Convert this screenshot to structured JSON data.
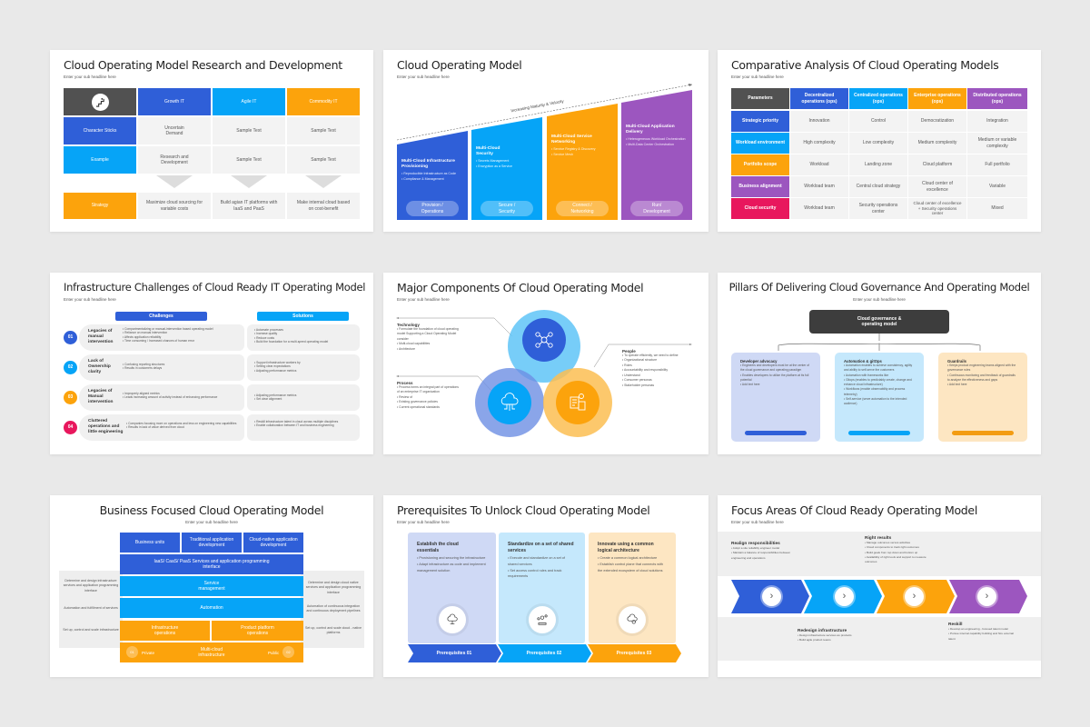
{
  "colors": {
    "blue": "#2f5fd8",
    "sky": "#06a4f7",
    "orange": "#fca30c",
    "purple": "#9c56bf",
    "pink": "#e8175d",
    "dark": "#515151",
    "background": "#e9e9e9"
  },
  "subheadline": "Enter your sub headline here",
  "slide1": {
    "title": "Cloud Operating Model Research and Development",
    "icon": "stairs-climber-icon",
    "headers": [
      "Growth IT",
      "Agile IT",
      "Commodity IT"
    ],
    "rows": [
      {
        "label": "Character Sticks",
        "cells": [
          "Uncertain Demand",
          "Sample Text",
          "Sample Text"
        ]
      },
      {
        "label": "Example",
        "cells": [
          "Research and Development",
          "Sample Text",
          "Sample Text"
        ]
      }
    ],
    "strategy": {
      "label": "Strategy",
      "cells": [
        "Maximize cloud sourcing for variable costs",
        "Build agian IT platforms with IaaS and PaaS",
        "Make internal cloud based on cost-benefit"
      ]
    }
  },
  "slide2": {
    "title": "Cloud Operating Model",
    "arrow_label": "Increasing Maturity & Velocity",
    "columns": [
      {
        "heading": "Multi-Cloud Infrastructure Provisioning",
        "bullets": [
          "Reproducible Infrastructure as Code",
          "Compliance & Management"
        ],
        "pill": "Provision / Operations"
      },
      {
        "heading": "Multi-Cloud Security",
        "bullets": [
          "Secrets Management",
          "Encryption as a Service"
        ],
        "pill": "Secure / Security"
      },
      {
        "heading": "Multi-Cloud Service Networking",
        "bullets": [
          "Service Registry & Discovery",
          "Service Mesh"
        ],
        "pill": "Connect / Networking"
      },
      {
        "heading": "Multi-Cloud Application Delivery",
        "bullets": [
          "Heterogeneous Workload Orchestration",
          "Multi-Data Center Orchestration"
        ],
        "pill": "Run/ Development"
      }
    ]
  },
  "slide3": {
    "title": "Comparative Analysis Of Cloud Operating Models",
    "headers": [
      "Parameters",
      "Decentralized operations (ops)",
      "Centralized operations (ops)",
      "Enterprise operations (ops)",
      "Distributed operations (ops)"
    ],
    "rows": [
      {
        "label": "Strategic priority",
        "cells": [
          "Innovation",
          "Control",
          "Democratization",
          "Integration"
        ]
      },
      {
        "label": "Workload environment",
        "cells": [
          "High complexity",
          "Low complexity",
          "Medium complexity",
          "Medium or variable complexity"
        ]
      },
      {
        "label": "Portfolio scope",
        "cells": [
          "Workload",
          "Landing zone",
          "Cloud platform",
          "Full portfolio"
        ]
      },
      {
        "label": "Business alignment",
        "cells": [
          "Workload team",
          "Central cloud strategy",
          "Cloud center of excellence",
          "Variable"
        ]
      },
      {
        "label": "Cloud security",
        "cells": [
          "Workload team",
          "Security operations center",
          "Cloud center of excellence + Security operations center",
          "Mixed"
        ]
      }
    ]
  },
  "slide4": {
    "title": "Infrastructure Challenges of Cloud Ready IT Operating Model",
    "challenges_label": "Challenges",
    "solutions_label": "Solutions",
    "rows": [
      {
        "num": "01",
        "label": "Legacies of manual intervention",
        "challenges": [
          "Compartmentalizing or manual-intervention based operating model",
          "Reliance on manual intervention",
          "Affects application reliability",
          "Time consuming / Increased chances of human error"
        ],
        "solutions": [
          "Automate processes",
          "Increase quality",
          "Reduce costs",
          "Build the foundation for a multi-speed operating model"
        ]
      },
      {
        "num": "02",
        "label": "Lack of Ownership clarity",
        "challenges": [
          "Confusing reporting structures",
          "Results in customers delays"
        ],
        "solutions": [
          "Support infrastructure workers by",
          "Setting clear expectations",
          "Adjusting performance metrics"
        ]
      },
      {
        "num": "03",
        "label": "Legacies of Manual intervention",
        "challenges": [
          "Improperly aligned metrics",
          "Leads increasing amount of activity instead of enhancing performance"
        ],
        "solutions": [
          "Adjusting performance metrics",
          "Set clear alignment"
        ]
      },
      {
        "num": "04",
        "label": "Cluttered operations and little engineering",
        "challenges": [
          "Companies focusing more on operations and less on engineering new capabilities",
          "Results in lack of value derived from cloud"
        ],
        "solutions": [
          "Reskill infrastructure talent in cloud across multiple disciplines",
          "Enable collaboration between IT and business engineering"
        ]
      }
    ]
  },
  "slide5": {
    "title": "Major Components Of Cloud Operating Model",
    "technology": {
      "heading": "Technology",
      "bullets": [
        "Formulate the foundation of cloud operating model Supporting a Cloud Operating Model consider",
        "Multi-cloud capabilities",
        "Architecture"
      ]
    },
    "process": {
      "heading": "Process",
      "bullets": [
        "Process forms an integral part of operations of an enterprise IT organization",
        "Review of",
        "Existing governance policies",
        "Current operational standards"
      ]
    },
    "people": {
      "heading": "People",
      "bullets": [
        "To operate efficiently, we need to define",
        "Organizational structure",
        "Roles",
        "Accountability and responsibility",
        "Understand",
        "Consumer personas",
        "Stakeholder personas"
      ]
    },
    "icons": [
      "people-network-icon",
      "cloud-circuit-icon",
      "document-gear-icon"
    ]
  },
  "slide6": {
    "title": "Pillars Of Delivering Cloud Governance And Operating Model",
    "root": "Cloud governance & operating model",
    "pillars": [
      {
        "heading": "Developer advocacy",
        "bullets": [
          "Engineers and developers must be at the center of the cloud governance and operating paradigm",
          "Enables developers to utilize the platform at its full potential",
          "Add text here"
        ]
      },
      {
        "heading": "Automation & gitOps",
        "bullets": [
          "Automation enables to achieve consistency, agility and ability to self-serve the customers",
          "Automation with frameworks like",
          "Gitops (enables to predictably create, change and enhance cloud infrastructure)",
          "Workflows (enable observability and process telemetry)",
          "Self-service (serve automation to the intended audience)"
        ]
      },
      {
        "heading": "Guardrails",
        "bullets": [
          "Keeps product engineering teams aligned with the governance rules",
          "Continuous monitoring and feedback of guardrails to analyze the effectiveness and gaps",
          "Add text here"
        ]
      }
    ]
  },
  "slide7": {
    "title": "Business Focused Cloud Operating Model",
    "top": [
      "Business units",
      "Traditional application development",
      "Cloud-native application development"
    ],
    "api": "IaaS/ CaaS/ PaaS Services and application programming interface",
    "service": "Service management",
    "automation": "Automation",
    "ops": [
      "Infrastructure operations",
      "Product platform operations"
    ],
    "infra": "Multi-cloud infrastructure",
    "private": {
      "num": "01",
      "label": "Private"
    },
    "public": {
      "num": "02",
      "label": "Public"
    },
    "left_notes": [
      "Determine and design infrastructure services and application programming interface",
      "Automation and fulfillment of services",
      "Set up, control and scale infrastructure"
    ],
    "right_notes": [
      "Determine and design cloud native services and application programming interface",
      "Automation of continuous integration and continuous deployment pipelines",
      "Set up, control and scale cloud - native platforms"
    ]
  },
  "slide8": {
    "title": "Prerequisites To Unlock Cloud Operating Model",
    "columns": [
      {
        "heading": "Establish the cloud essentials",
        "bullets": [
          "Provisioning and securing the infrastructure",
          "Adapt infrastructure as code and implement management solution"
        ],
        "icon": "cloud-tree-icon",
        "label": "Prerequisites 01"
      },
      {
        "heading": "Standardize on a set of shared services",
        "bullets": [
          "Execute and standardize on a set of shared services",
          "Set access control rules and track requirements"
        ],
        "icon": "team-settings-icon",
        "label": "Prerequisites 02"
      },
      {
        "heading": "Innovate using a common logical architecture",
        "bullets": [
          "Create a common logical architecture",
          "Establish control plane that connects with the extended ecosystem of cloud solutions"
        ],
        "icon": "cloud-gear-icon",
        "label": "Prerequisites 03"
      }
    ]
  },
  "slide9": {
    "title": "Focus Areas Of Cloud Ready Operating Model",
    "realign": {
      "heading": "Realign responsibilities",
      "bullets": [
        "Adopt a site reliability engineer model",
        "Maintain a balance of responsibilities between engineering and operations"
      ]
    },
    "results": {
      "heading": "Right results",
      "bullets": [
        "Manage outcomes versus activities",
        "Cloud components to track right outcomes",
        "Build goals from top down and bottom up",
        "Availability of right tools and support to measure outcomes"
      ]
    },
    "redesign": {
      "heading": "Redesign infrastructure",
      "bullets": [
        "Design infrastructure services as products",
        "Build agile product teams"
      ]
    },
    "reskill": {
      "heading": "Reskill",
      "bullets": [
        "Develop an engineering - focused talent model",
        "Pursue internal capability building and hire external talent"
      ]
    },
    "chevron_icon": "chevron-right-icon"
  }
}
